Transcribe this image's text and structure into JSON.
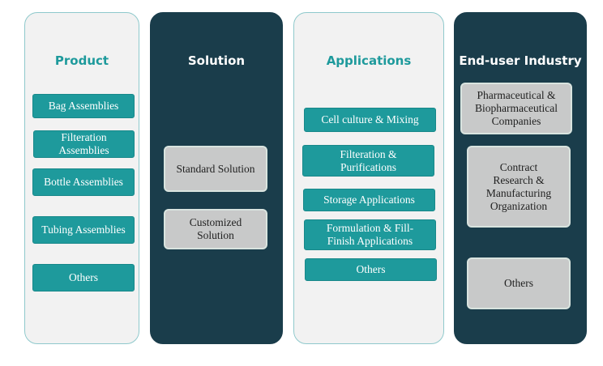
{
  "columns": [
    {
      "title": "Product",
      "items": [
        "Bag Assemblies",
        "Filteration Assemblies",
        "Bottle Assemblies",
        "Tubing Assemblies",
        "Others"
      ]
    },
    {
      "title": "Solution",
      "items": [
        "Standard Solution",
        "Customized Solution"
      ]
    },
    {
      "title": "Applications",
      "items": [
        "Cell culture & Mixing",
        "Filteration & Purifications",
        "Storage Applications",
        "Formulation & Fill-Finish Applications",
        "Others"
      ]
    },
    {
      "title": "End-user Industry",
      "items": [
        "Pharmaceutical & Biopharmaceutical Companies",
        "Contract Research & Manufacturing Organization",
        "Others"
      ]
    }
  ],
  "colors": {
    "teal": "#1e9a9c",
    "dark_navy": "#1a3d4b",
    "light_panel": "#f2f2f2",
    "grey_box": "#c8c9c9"
  }
}
